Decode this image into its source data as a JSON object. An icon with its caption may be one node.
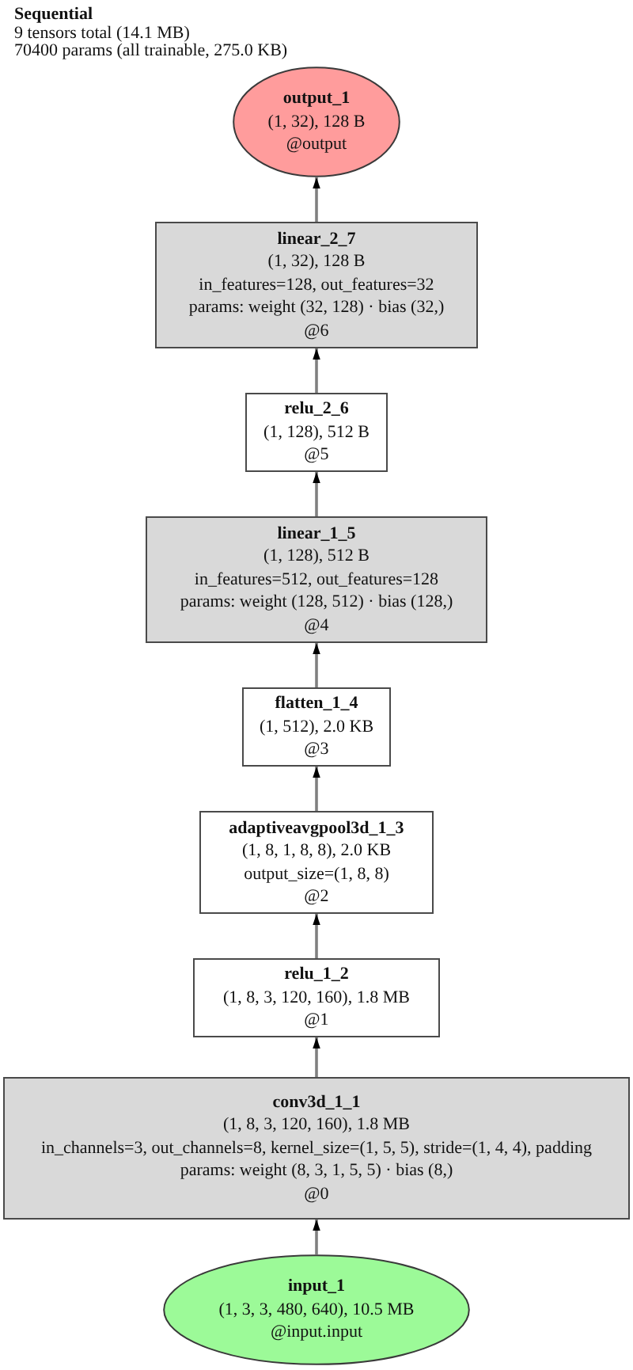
{
  "diagram": {
    "title": "Sequential",
    "nodes": [
      {
        "text": [
          "output_1",
          "(1, 32), 128 B",
          "@output"
        ]
      },
      {
        "text": [
          "linear_2_7",
          "(1, 32), 128 B",
          "in_features=128, out_features=32",
          "params: weight (32, 128) · bias (32,)",
          "@6"
        ]
      },
      {
        "text": [
          "relu_2_6",
          "(1, 128), 512 B",
          "@5"
        ]
      },
      {
        "text": [
          "linear_1_5",
          "(1, 128), 512 B",
          "in_features=512, out_features=128",
          "params: weight (128, 512) · bias (128,)",
          "@4"
        ]
      },
      {
        "text": [
          "flatten_1_4",
          "(1, 512), 2.0 KB",
          "@3"
        ]
      },
      {
        "text": [
          "adaptiveavgpool3d_1_3",
          "(1, 8, 1, 8, 8), 2.0 KB",
          "output_size=(1, 8, 8)",
          "@2"
        ]
      },
      {
        "text": [
          "relu_1_2",
          "(1, 8, 3, 120, 160), 1.8 MB",
          "@1"
        ]
      },
      {
        "text": [
          "conv3d_1_1",
          "(1, 8, 3, 120, 160), 1.8 MB",
          "in_channels=3, out_channels=8, kernel_size=(1, 5, 5), stride=(1, 4, 4), padding",
          "params: weight (8, 3, 1, 5, 5) · bias (8,)",
          "@0"
        ]
      },
      {
        "text": [
          "input_1",
          "(1, 3, 3, 480, 640), 10.5 MB",
          "@input.input"
        ]
      }
    ],
    "edges": [
      {
        "from": 8,
        "to": 7,
        "arrow": "to"
      },
      {
        "from": 7,
        "to": 6,
        "arrow": "to"
      },
      {
        "from": 6,
        "to": 5,
        "arrow": "to"
      },
      {
        "from": 5,
        "to": 4,
        "arrow": "to"
      },
      {
        "from": 4,
        "to": 3,
        "arrow": "to"
      },
      {
        "from": 3,
        "to": 2,
        "arrow": "to"
      },
      {
        "from": 2,
        "to": 1,
        "arrow": "to"
      },
      {
        "from": 1,
        "to": 0,
        "arrow": "to"
      }
    ],
    "labels": [
      "9 tensors total (14.1 MB)",
      "70400 params (all trainable, 275.0 KB)"
    ]
  }
}
